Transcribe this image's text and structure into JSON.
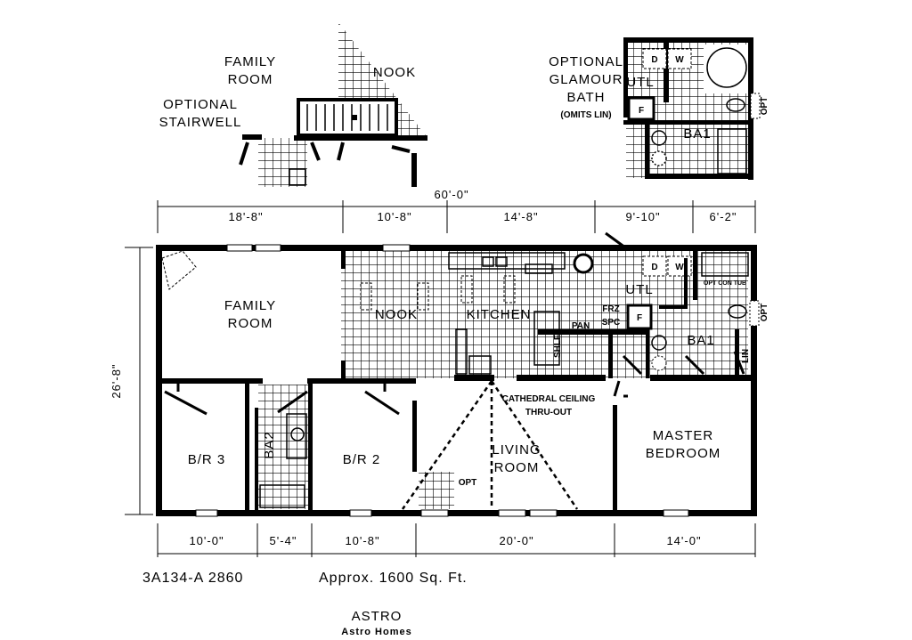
{
  "overall_width": "60'-0\"",
  "overall_depth": "26'-8\"",
  "top_dimensions": [
    "18'-8\"",
    "10'-8\"",
    "14'-8\"",
    "9'-10\"",
    "6'-2\""
  ],
  "bottom_dimensions": [
    "10'-0\"",
    "5'-4\"",
    "10'-8\"",
    "20'-0\"",
    "14'-0\""
  ],
  "inset_stairwell": {
    "family": "FAMILY",
    "room": "ROOM",
    "nook": "NOOK",
    "optional": "OPTIONAL",
    "stairwell": "STAIRWELL"
  },
  "inset_glamour": {
    "l1": "OPTIONAL",
    "l2": "GLAMOUR",
    "l3": "BATH",
    "l4": "(OMITS LIN)",
    "utl": "UTL",
    "ba1": "BA1",
    "d": "D",
    "w": "W",
    "f": "F",
    "opt": "OPT"
  },
  "rooms": {
    "family1": "FAMILY",
    "family2": "ROOM",
    "nook": "NOOK",
    "kitchen": "KITCHEN",
    "utl": "UTL",
    "ba1": "BA1",
    "frz": "FRZ",
    "spc": "SPC",
    "pan": "PAN",
    "shlf": "SHLF",
    "lin": "LIN",
    "opt": "OPT",
    "opt_con_tub": "OPT CON TUB",
    "d": "D",
    "w": "W",
    "f": "F",
    "cathedral1": "CATHEDRAL CEILING",
    "cathedral2": "THRU-OUT",
    "living1": "LIVING",
    "living2": "ROOM",
    "master1": "MASTER",
    "master2": "BEDROOM",
    "br3": "B/R 3",
    "ba2": "BA2",
    "br2": "B/R 2",
    "opt_porch": "OPT"
  },
  "footer": {
    "model": "3A134-A 2860",
    "area": "Approx. 1600 Sq. Ft.",
    "name": "ASTRO",
    "maker": "Astro Homes"
  }
}
